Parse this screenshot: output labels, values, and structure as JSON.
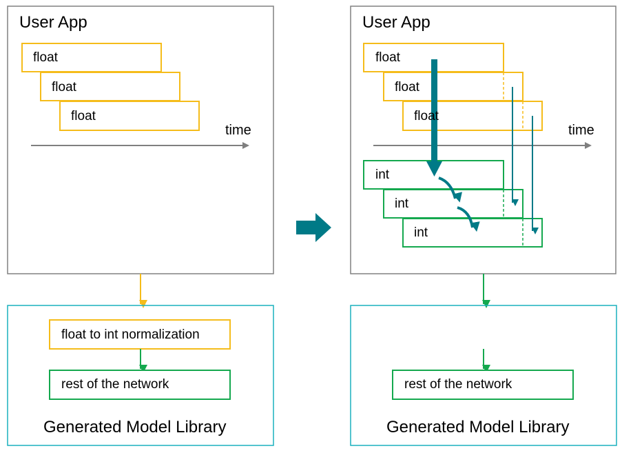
{
  "left_panel": {
    "title": "User App",
    "inputs": [
      "float",
      "float",
      "float"
    ],
    "time_label": "time",
    "library": {
      "steps": [
        "float to int normalization",
        "rest of the network"
      ],
      "title": "Generated Model Library"
    }
  },
  "right_panel": {
    "title": "User App",
    "inputs": [
      "float",
      "float",
      "float"
    ],
    "outputs": [
      "int",
      "int",
      "int"
    ],
    "time_label": "time",
    "library": {
      "steps": [
        "rest of the network"
      ],
      "title": "Generated Model Library"
    }
  },
  "colors": {
    "panel_border": "#808080",
    "library_border": "#1ab1be",
    "float_box": "#f5bc1a",
    "int_box": "#14a84e",
    "teal_arrow": "#007a87",
    "time_arrow": "#7f7f7f",
    "flow_arrow_yellow": "#f5bc1a",
    "flow_arrow_green": "#14a84e"
  }
}
